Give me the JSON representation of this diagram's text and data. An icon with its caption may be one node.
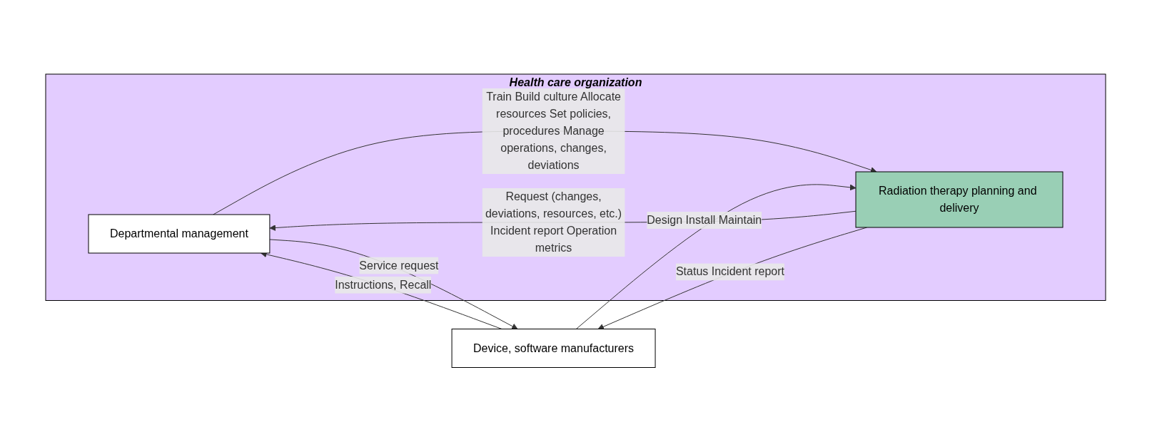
{
  "diagram": {
    "nodes": [
      {
        "text": [
          "Health care organization"
        ]
      },
      {
        "text": [
          "Device, software manufacturers"
        ]
      },
      {
        "text": [
          "Departmental management"
        ],
        "in": 0
      },
      {
        "text": [
          "Radiation therapy planning and delivery"
        ],
        "in": 0
      }
    ],
    "edges": [
      {
        "from": 2,
        "to": 1,
        "arrow": "to",
        "label": "Service request"
      },
      {
        "from": 1,
        "to": 2,
        "arrow": "to",
        "label": "Instructions, Recall"
      },
      {
        "from": 2,
        "to": 3,
        "arrow": "to",
        "label": "Train Build culture Allocate resources Set policies, procedures Manage operations, changes, deviations"
      },
      {
        "from": 3,
        "to": 2,
        "arrow": "to",
        "label": "Request (changes, deviations, resources, etc.) Incident report Operation metrics"
      },
      {
        "from": 1,
        "to": 3,
        "arrow": "to",
        "label": "Design Install Maintain"
      },
      {
        "from": 3,
        "to": 1,
        "arrow": "to",
        "label": "Status Incident report"
      }
    ]
  }
}
